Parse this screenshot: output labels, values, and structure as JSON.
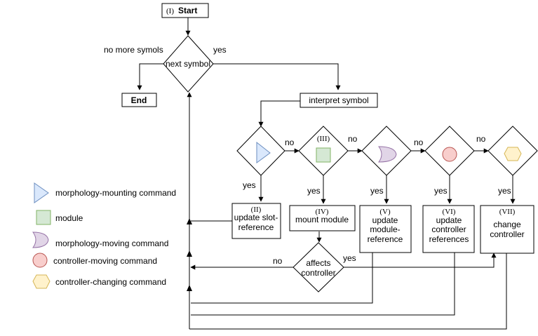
{
  "nodes": {
    "start": {
      "numeral": "(I)",
      "label": "Start"
    },
    "next_symbol": {
      "label": "next symbol"
    },
    "end": {
      "label": "End"
    },
    "interpret": {
      "label": "interpret symbol"
    },
    "d2_numeral": "(III)",
    "b2": {
      "numeral": "(II)",
      "line1": "update slot-",
      "line2": "reference"
    },
    "b3": {
      "numeral": "(IV)",
      "line1": "mount module"
    },
    "b4": {
      "numeral": "(V)",
      "line1": "update",
      "line2": "module-",
      "line3": "reference"
    },
    "b5": {
      "numeral": "(VI)",
      "line1": "update",
      "line2": "controller",
      "line3": "references"
    },
    "b6": {
      "numeral": "(VII)",
      "line1": "change",
      "line2": "controller"
    },
    "affects": {
      "line1": "affects",
      "line2": "controller"
    }
  },
  "edge_labels": {
    "no_more": "no more symols",
    "yes_top": "yes",
    "no1": "no",
    "no2": "no",
    "no3": "no",
    "no4": "no",
    "yes1": "yes",
    "yes2": "yes",
    "yes3": "yes",
    "yes4": "yes",
    "yes5": "yes",
    "affects_no": "no",
    "affects_yes": "yes"
  },
  "legend": [
    {
      "shape": "triangle-icon",
      "label": "morphology-mounting command",
      "fill": "#dae8fc",
      "stroke": "#6c8ebf"
    },
    {
      "shape": "square-icon",
      "label": "module",
      "fill": "#d5e8d4",
      "stroke": "#82b366"
    },
    {
      "shape": "crescent-icon",
      "label": "morphology-moving command",
      "fill": "#e1d5e7",
      "stroke": "#9673a6"
    },
    {
      "shape": "circle-icon",
      "label": "controller-moving command",
      "fill": "#f8cecc",
      "stroke": "#b85450"
    },
    {
      "shape": "hexagon-icon",
      "label": "controller-changing command",
      "fill": "#fff2cc",
      "stroke": "#d6b656"
    }
  ]
}
